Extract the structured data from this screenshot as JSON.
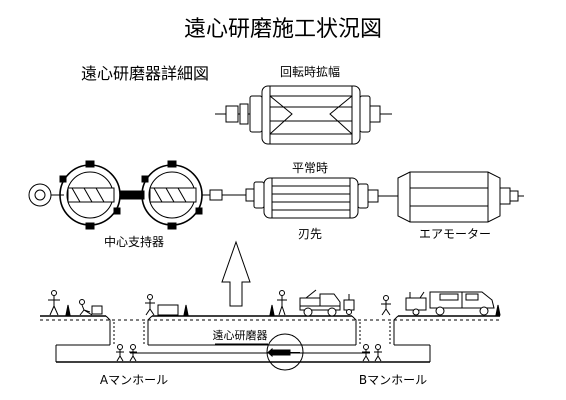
{
  "title": "遠心研磨施工状況図",
  "detail_title": "遠心研磨器詳細図",
  "labels": {
    "rotation_expanded": "回転時拡幅",
    "normal": "平常時",
    "center_support": "中心支持器",
    "blade": "刃先",
    "air_motor": "エアモーター",
    "grinder_in_pipe": "遠心研磨器",
    "manhole_a": "Aマンホール",
    "manhole_b": "Bマンホール"
  },
  "icons": {
    "flow_arrow": "up-arrow-outline"
  }
}
